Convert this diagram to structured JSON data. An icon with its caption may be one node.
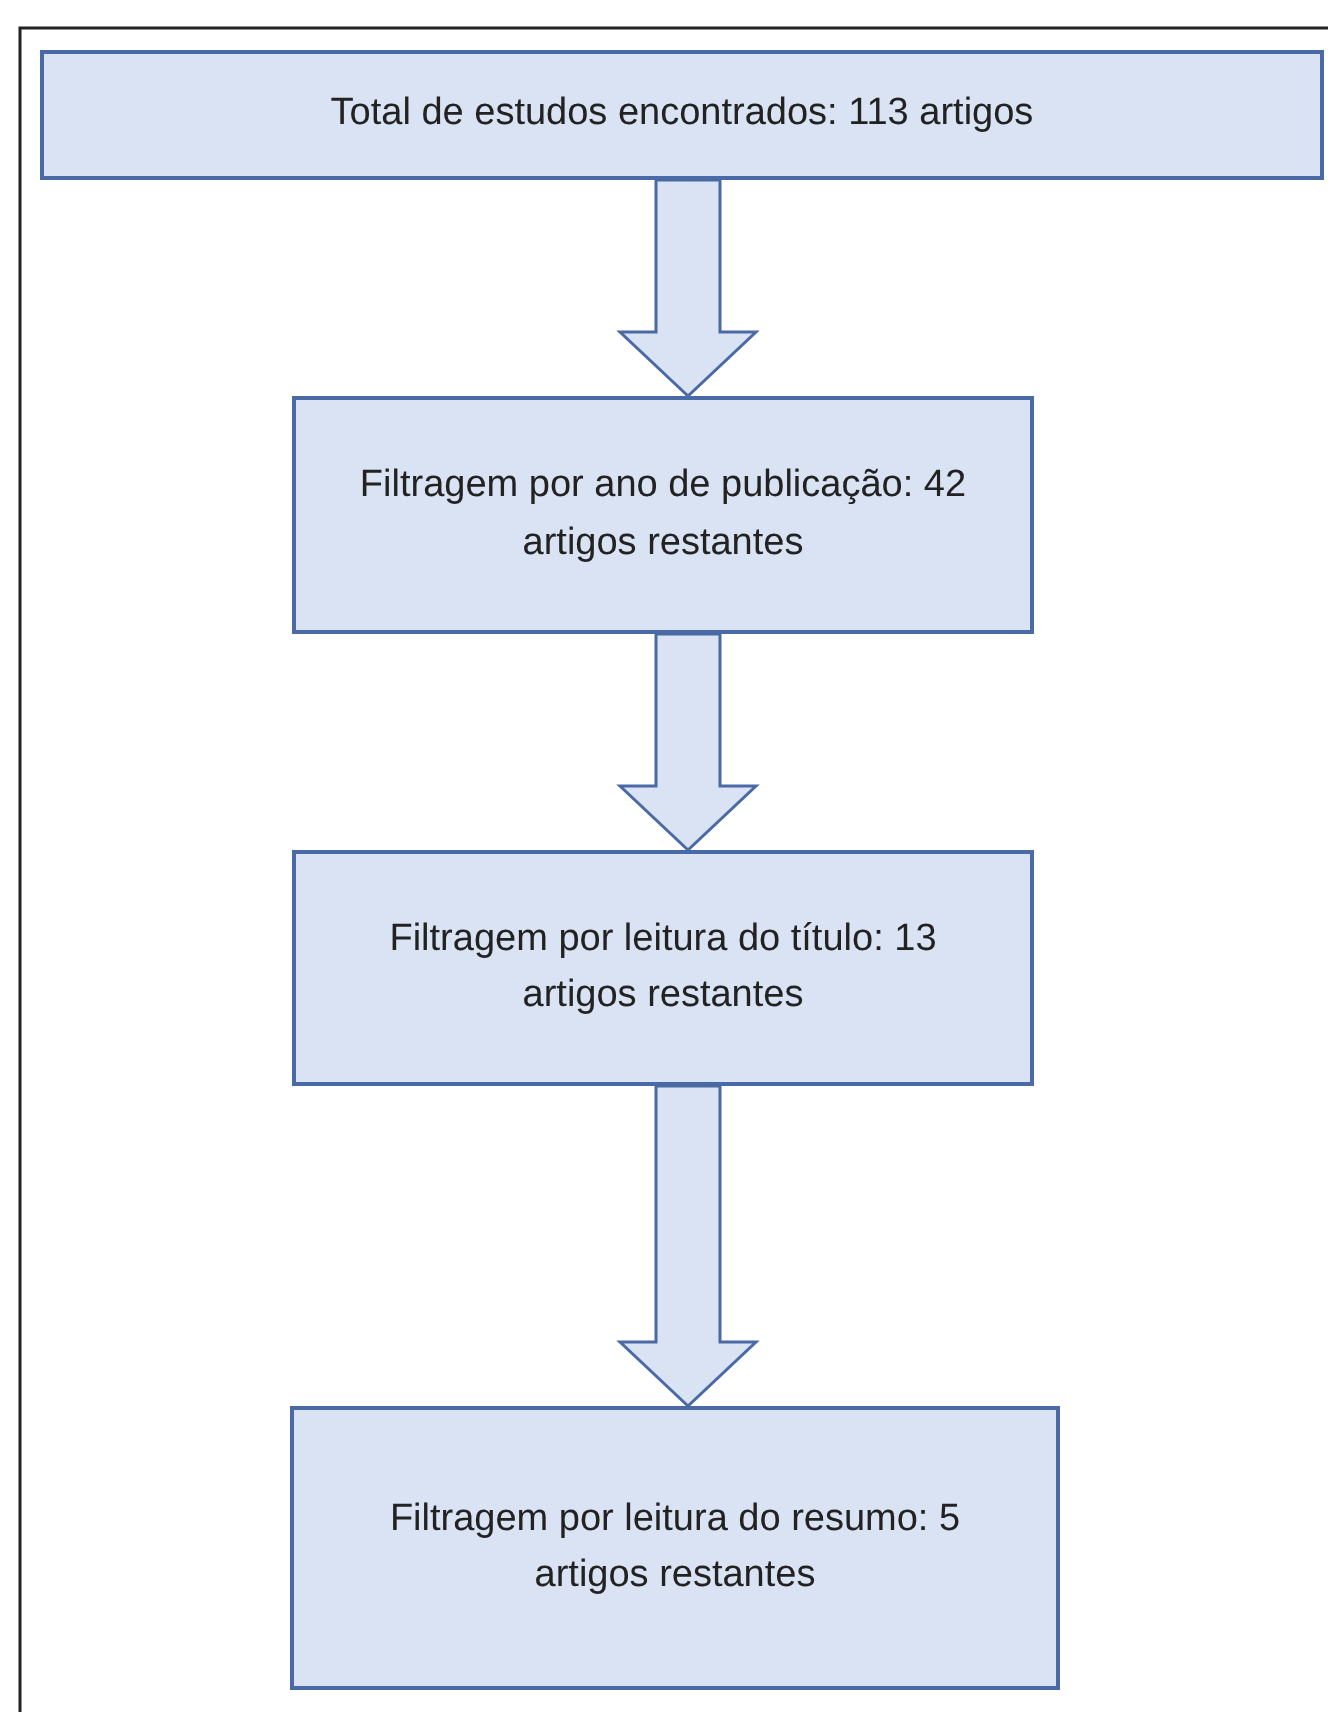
{
  "diagram": {
    "nodes": [
      {
        "text": [
          "Total de estudos encontrados: 113 artigos"
        ]
      },
      {
        "text": [
          "Filtragem por ano de publicação: 42 artigos restantes"
        ]
      },
      {
        "text": [
          "Filtragem por leitura do título: 13 artigos restantes"
        ]
      },
      {
        "text": [
          "Filtragem por leitura do resumo: 5 artigos restantes"
        ]
      }
    ],
    "edges": [
      {
        "from": 0,
        "to": 1,
        "arrow": "to"
      },
      {
        "from": 1,
        "to": 2,
        "arrow": "to"
      },
      {
        "from": 2,
        "to": 3,
        "arrow": "to"
      }
    ]
  }
}
